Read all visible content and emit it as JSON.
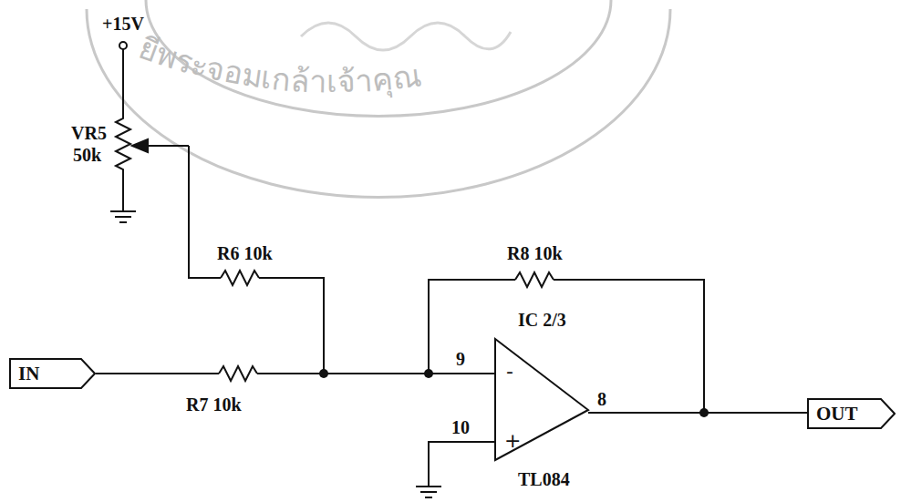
{
  "diagram": {
    "nodes": [
      {
        "text": [
          "IN"
        ]
      },
      {
        "text": [
          "OUT"
        ]
      }
    ],
    "labels": [
      "ยีพระจอมเกล้าเจ้าคุณ",
      "+15V",
      "VR5",
      "50k",
      "R6 10k",
      "R8 10k",
      "IC 2/3",
      "9",
      "-",
      "R7 10k",
      "10",
      "+",
      "8",
      "TL084"
    ]
  }
}
